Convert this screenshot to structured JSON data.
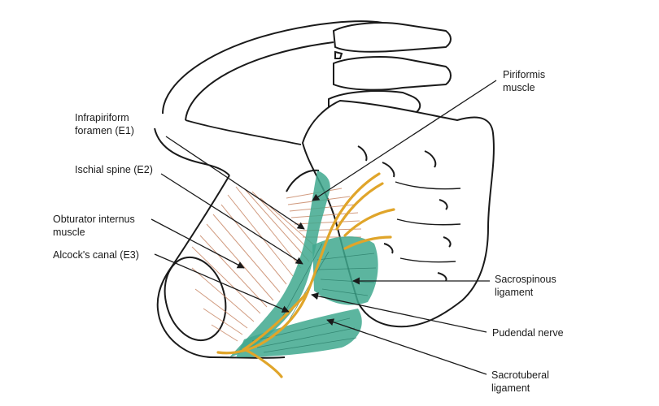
{
  "labels": {
    "infrapiriform": "Infrapiriform\nforamen (E1)",
    "ischial_spine": "Ischial spine (E2)",
    "obturator": "Obturator internus\nmuscle",
    "alcock": "Alcock's canal (E3)",
    "piriformis": "Piriformis\nmuscle",
    "sacrospinous": "Sacrospinous\nligament",
    "pudendal": "Pudendal nerve",
    "sacrotuberal": "Sacrotuberal\nligament"
  },
  "colors": {
    "outline": "#1a1a1a",
    "muscle": "#c98a6a",
    "ligament": "#3fa88e",
    "nerve": "#e0a52a"
  }
}
